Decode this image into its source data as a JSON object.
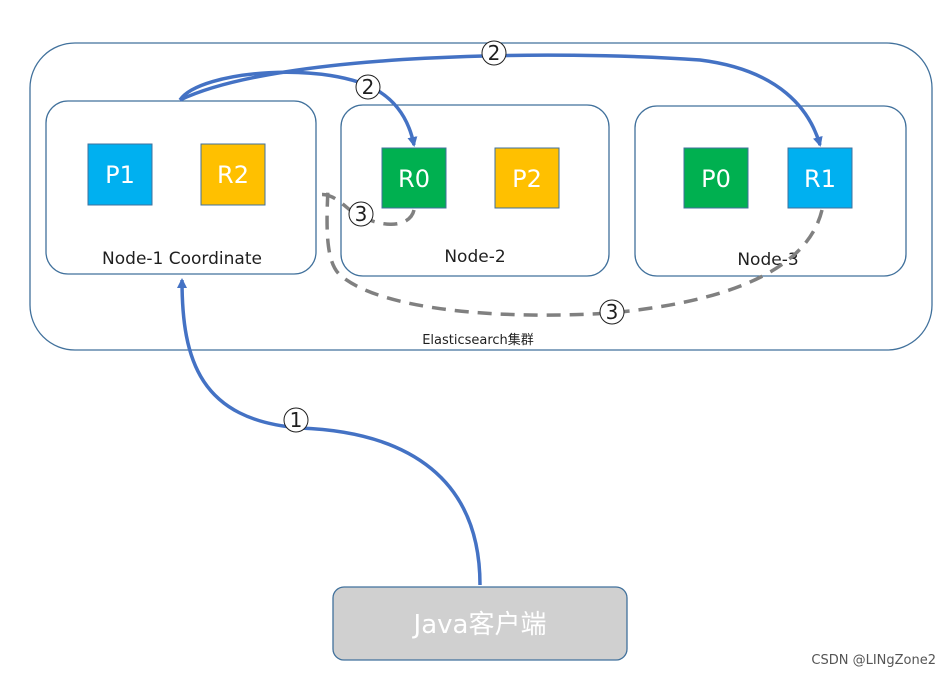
{
  "cluster": {
    "label": "Elasticsearch集群"
  },
  "nodes": [
    {
      "label": "Node-1 Coordinate"
    },
    {
      "label": "Node-2"
    },
    {
      "label": "Node-3"
    }
  ],
  "shards": {
    "p1": {
      "label": "P1",
      "color": "#00B0F0"
    },
    "r2": {
      "label": "R2",
      "color": "#FFC000"
    },
    "r0": {
      "label": "R0",
      "color": "#00B050"
    },
    "p2": {
      "label": "P2",
      "color": "#FFC000"
    },
    "p0": {
      "label": "P0",
      "color": "#00B050"
    },
    "r1": {
      "label": "R1",
      "color": "#00B0F0"
    }
  },
  "client": {
    "label": "Java客户端"
  },
  "steps": {
    "step1": "1",
    "step2a": "2",
    "step2b": "2",
    "step3a": "3",
    "step3b": "3"
  },
  "watermark": "CSDN @LINgZone2",
  "colors": {
    "solid_arrow": "#4472C4",
    "dashed_arrow": "#808080",
    "border": "#41719C",
    "client_fill": "#d0d0d0"
  }
}
